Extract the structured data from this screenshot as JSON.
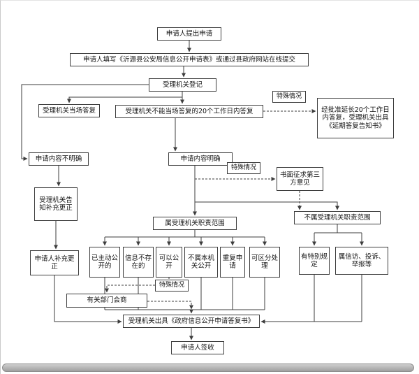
{
  "diagram": {
    "title_hint": "政府信息公开申请处理流程图",
    "colors": {
      "line": "#3d3d3d",
      "box_border": "#3d3d3d",
      "box_fill": "#ffffff",
      "scrollbar": "#b3b3b3"
    },
    "nodes": {
      "submit": "申请人提出申请",
      "fill_form": "申请人填写《沂源县公安局信息公开申请表》或通过县政府网站在线提交",
      "register": "受理机关登记",
      "special_case_top": "特殊情况",
      "onsite_reply": "受理机关当场答复",
      "reply_20days": "受理机关不能当场答复的20个工作日内答复",
      "extension": "经批准延长20个工作日内答复，受理机关出具《延期答复告知书》",
      "unclear": "申请内容不明确",
      "clear": "申请内容明确",
      "special_case_mid": "特殊情况",
      "third_party": "书面征求第三方意见",
      "notify_supplement": "受理机关告知补充更正",
      "in_scope": "属受理机关职责范围",
      "out_scope": "不属受理机关职责范围",
      "applicant_supplement": "申请人补充更正",
      "already_public": "已主动公开的",
      "not_exist": "信息不存在的",
      "can_public": "可以公开",
      "not_this_org": "不属本机关公开",
      "repeat_request": "重复申请",
      "separable": "可区分处理",
      "special_case_bottom": "特殊情况",
      "special_rules": "有特别规定",
      "petition": "属信访、投诉、举报等",
      "consult": "有关部门会商",
      "reply_doc": "受理机关出具《政府信息公开申请答复书》",
      "sign": "申请人签收"
    }
  }
}
